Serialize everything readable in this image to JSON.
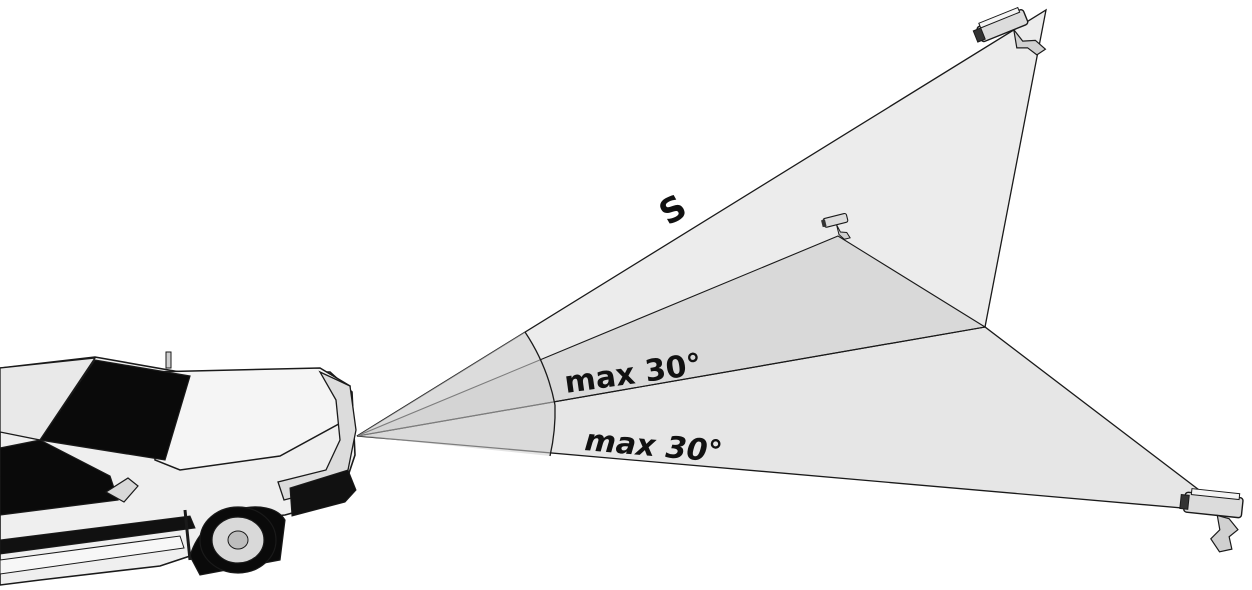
{
  "labels": {
    "distance": "S",
    "angle_upper": "max 30°",
    "angle_lower": "max 30°"
  },
  "colors": {
    "plane_light": "#ececec",
    "plane_mid": "#d6d6d6",
    "arc_fill": "#e2e2e2",
    "outline": "#1a1a1a",
    "car_body": "#f0f0f0",
    "car_dark": "#0a0a0a"
  },
  "icons": [
    "car-illustration",
    "camera-icon-top",
    "camera-icon-middle",
    "camera-icon-bottom"
  ]
}
